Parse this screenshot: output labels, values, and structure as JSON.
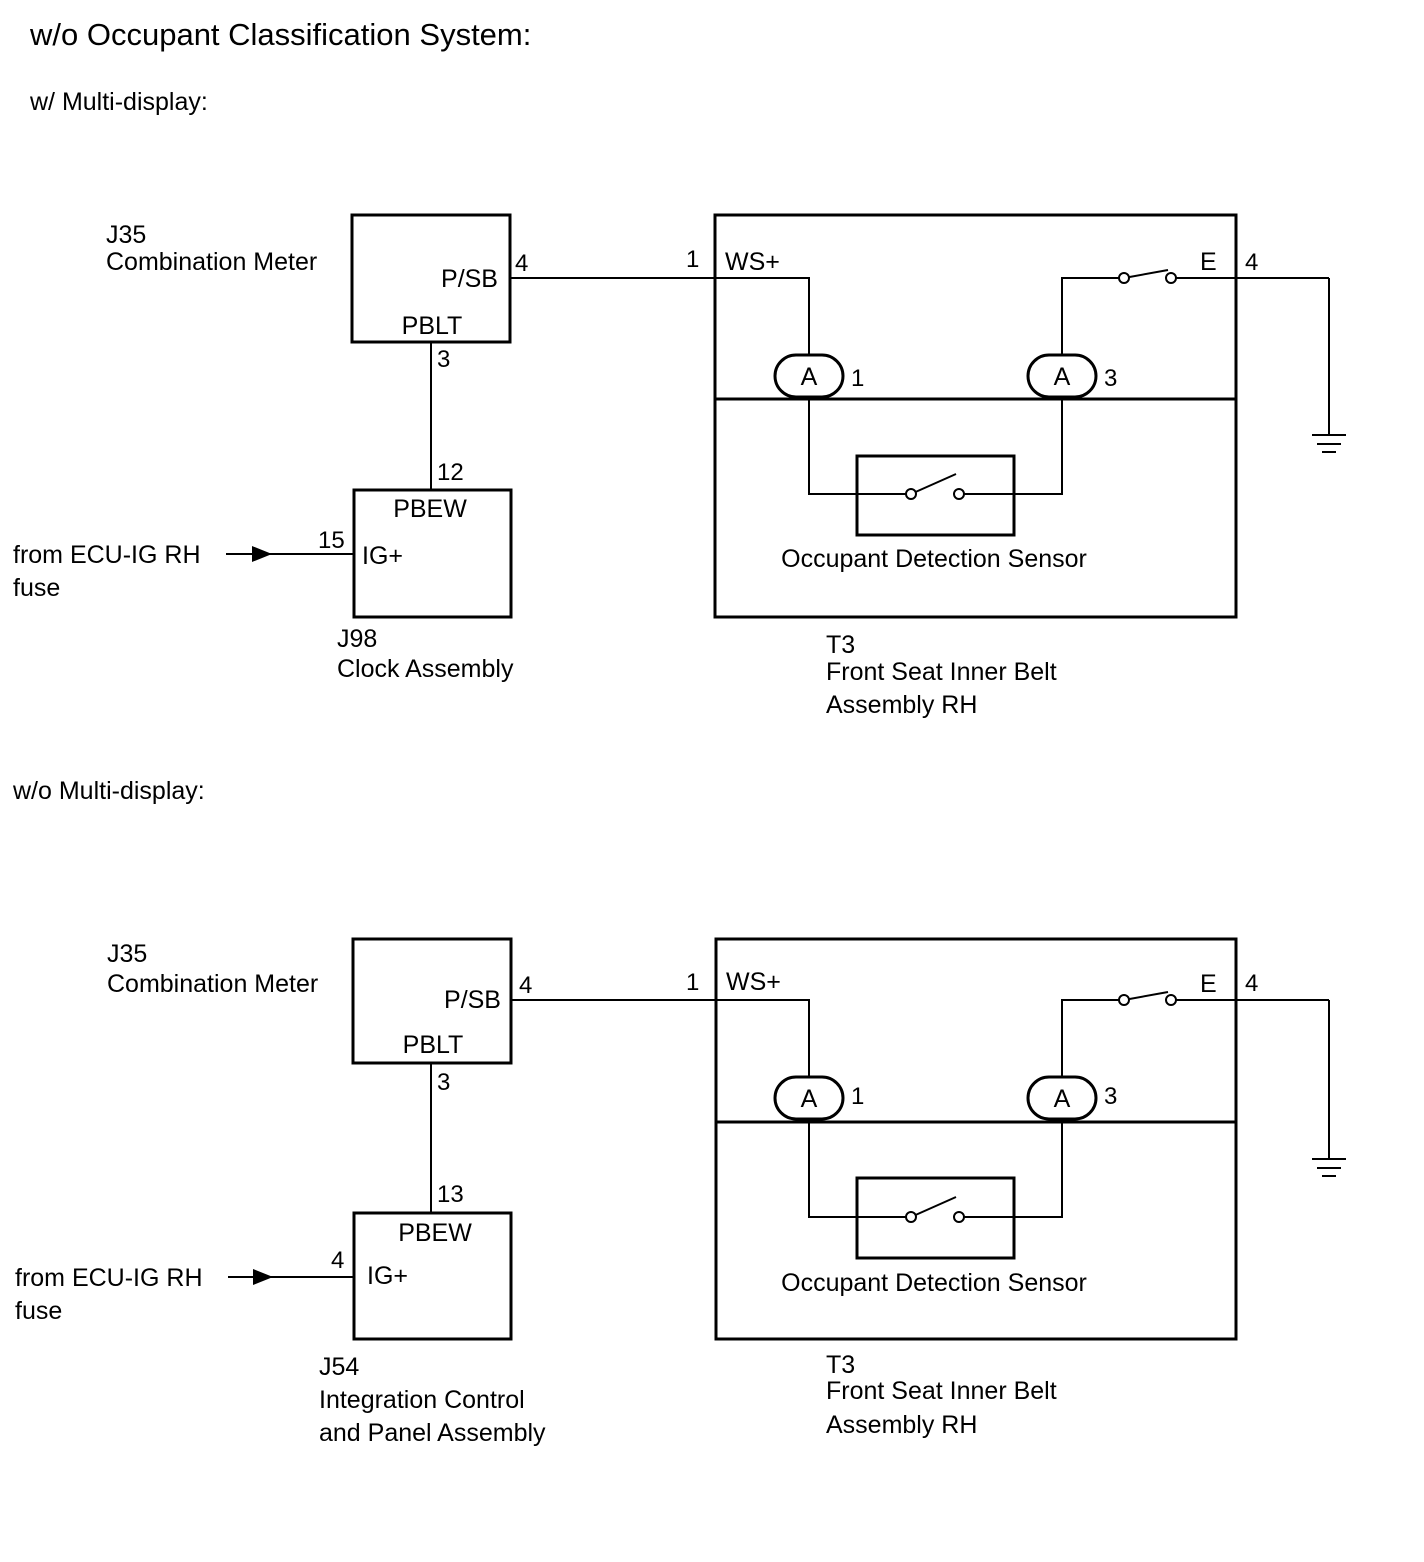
{
  "title": "w/o Occupant Classification System:",
  "sections": [
    {
      "heading": "w/ Multi-display:",
      "meter": {
        "code": "J35",
        "name": "Combination Meter",
        "terminal_out": "P/SB",
        "terminal_bottom": "PBLT",
        "pin_out": "4",
        "pin_bottom": "3"
      },
      "unit": {
        "code": "J98",
        "name_line1": "Clock Assembly",
        "name_line2": "",
        "terminal_top": "PBEW",
        "terminal_in": "IG+",
        "pin_top": "12",
        "pin_in": "15"
      },
      "source": {
        "line1": "from ECU-IG RH",
        "line2": "fuse"
      },
      "belt": {
        "code": "T3",
        "name_line1": "Front Seat Inner Belt",
        "name_line2": "Assembly RH",
        "terminal_in": "WS+",
        "terminal_out": "E",
        "pin_in": "1",
        "pin_out": "4",
        "connector_label": "A",
        "conn_pin_left": "1",
        "conn_pin_right": "3",
        "sensor": "Occupant Detection Sensor"
      }
    },
    {
      "heading": "w/o Multi-display:",
      "meter": {
        "code": "J35",
        "name": "Combination Meter",
        "terminal_out": "P/SB",
        "terminal_bottom": "PBLT",
        "pin_out": "4",
        "pin_bottom": "3"
      },
      "unit": {
        "code": "J54",
        "name_line1": "Integration Control",
        "name_line2": "and Panel Assembly",
        "terminal_top": "PBEW",
        "terminal_in": "IG+",
        "pin_top": "13",
        "pin_in": "4"
      },
      "source": {
        "line1": "from ECU-IG RH",
        "line2": "fuse"
      },
      "belt": {
        "code": "T3",
        "name_line1": "Front Seat Inner Belt",
        "name_line2": "Assembly RH",
        "terminal_in": "WS+",
        "terminal_out": "E",
        "pin_in": "1",
        "pin_out": "4",
        "connector_label": "A",
        "conn_pin_left": "1",
        "conn_pin_right": "3",
        "sensor": "Occupant Detection Sensor"
      }
    }
  ]
}
